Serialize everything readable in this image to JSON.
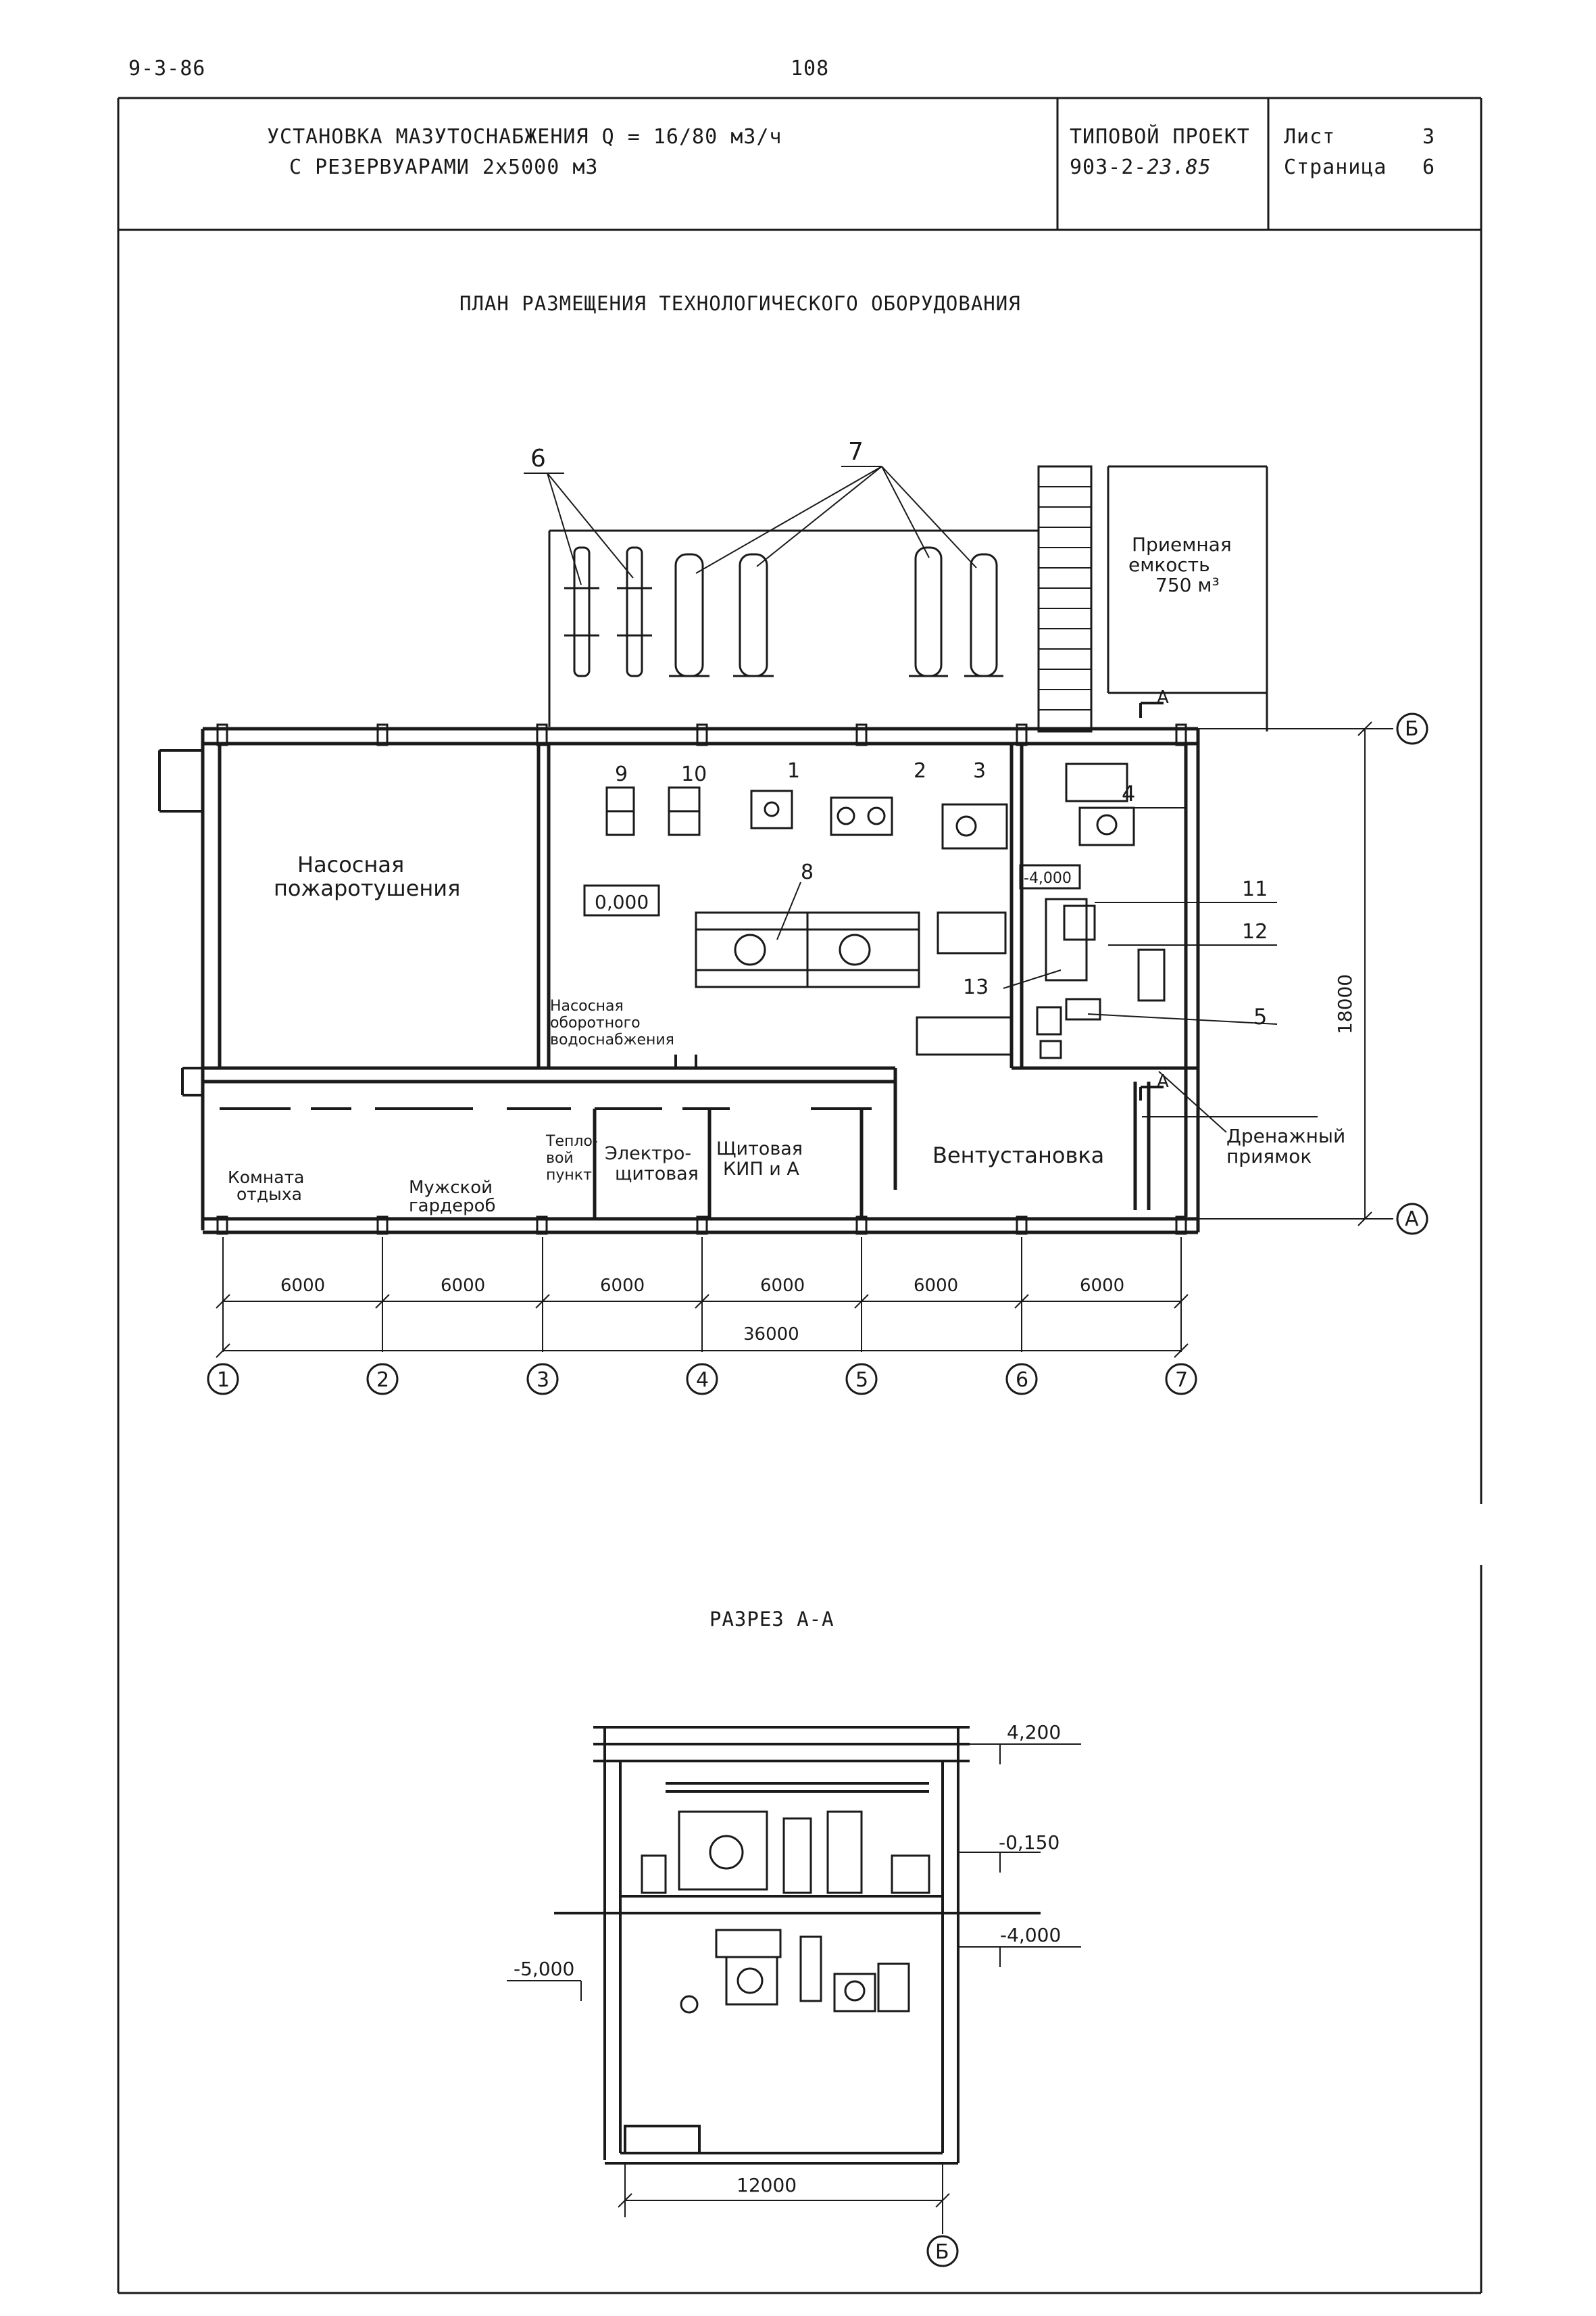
{
  "page_code": "9-3-86",
  "page_number": "108",
  "title_block": {
    "title_line1": "УСТАНОВКА МАЗУТОСНАБЖЕНИЯ Q = 16/80 м3/ч",
    "title_line2": "С РЕЗЕРВУАРАМИ 2х5000 м3",
    "project_label": "ТИПОВОЙ ПРОЕКТ",
    "project_number": "903-2-",
    "project_number_handwritten": "23.85",
    "sheet_label": "Лист",
    "sheet_value": "3",
    "page_label": "Страница",
    "page_value": "6"
  },
  "plan": {
    "title": "ПЛАН РАЗМЕЩЕНИЯ ТЕХНОЛОГИЧЕСКОГО ОБОРУДОВАНИЯ",
    "rooms": {
      "fire_pump": [
        "Насосная",
        "пожаротушения"
      ],
      "recycle_pump": [
        "Насосная",
        "оборотного",
        "водоснабжения"
      ],
      "rest_room": [
        "Комната",
        "отдыха"
      ],
      "wardrobe": [
        "Мужской",
        "гардероб"
      ],
      "heat_point": [
        "Тепло-",
        "вой",
        "пункт"
      ],
      "electric": [
        "Электро-",
        "щитовая"
      ],
      "kip": [
        "Щитовая",
        "КИП и А"
      ],
      "vent": "Вентустановка",
      "tank": [
        "Приемная",
        "емкость",
        "750 м³"
      ],
      "drain": [
        "Дренажный",
        "приямок"
      ]
    },
    "level_main": "0,000",
    "level_pit": "-4,000",
    "equipment_labels": [
      "6",
      "7",
      "9",
      "10",
      "1",
      "2",
      "3",
      "4",
      "8",
      "11",
      "12",
      "13",
      "5"
    ],
    "section_mark": "А",
    "axis_letters": [
      "Б",
      "А"
    ],
    "axis_numbers": [
      "1",
      "2",
      "3",
      "4",
      "5",
      "6",
      "7"
    ],
    "spans": [
      "6000",
      "6000",
      "6000",
      "6000",
      "6000",
      "6000"
    ],
    "total_length": "36000",
    "width_dim": "18000"
  },
  "section": {
    "title": "РАЗРЕЗ А-А",
    "levels": [
      "4,200",
      "-0,150",
      "-4,000",
      "-5,000"
    ],
    "width_dim": "12000",
    "axis": "Б"
  }
}
